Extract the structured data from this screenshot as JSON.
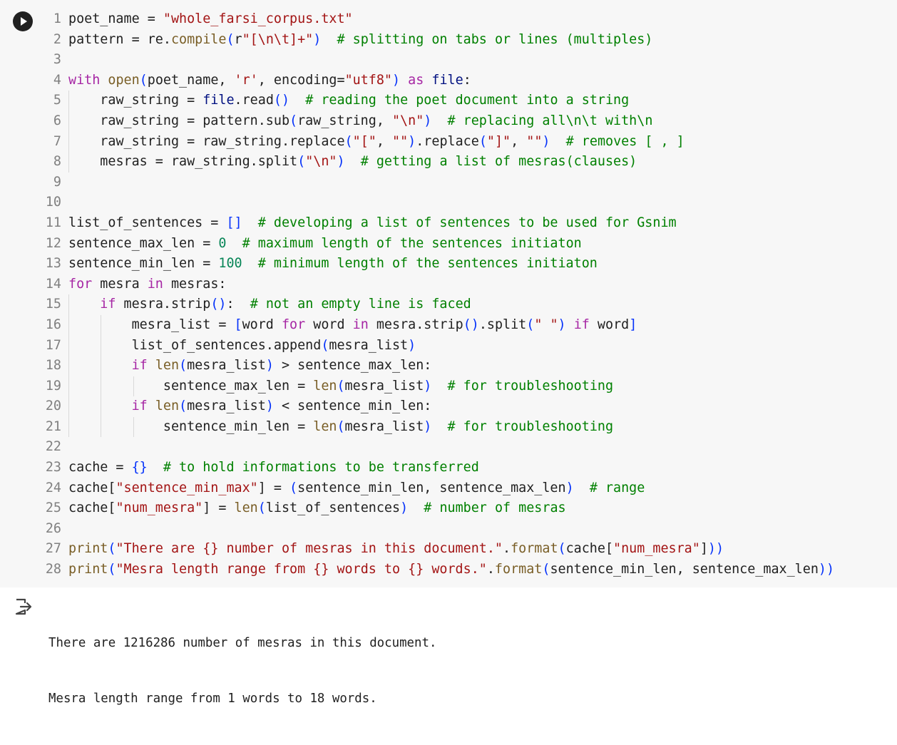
{
  "cell": {
    "run_icon": "play-icon",
    "output_icon": "output-arrow-icon",
    "lines": [
      {
        "n": "1",
        "indent": 0,
        "tokens": [
          [
            "t",
            "poet_name = "
          ],
          [
            "s",
            "\"whole_farsi_corpus.txt\""
          ]
        ]
      },
      {
        "n": "2",
        "indent": 0,
        "tokens": [
          [
            "t",
            "pattern = re."
          ],
          [
            "b",
            "compile"
          ],
          [
            "p",
            "("
          ],
          [
            "t",
            "r"
          ],
          [
            "s",
            "\"[\\n\\t]+\""
          ],
          [
            "p",
            ")"
          ],
          [
            "t",
            "  "
          ],
          [
            "c",
            "# splitting on tabs or lines (multiples)"
          ]
        ]
      },
      {
        "n": "3",
        "indent": 0,
        "tokens": []
      },
      {
        "n": "4",
        "indent": 0,
        "tokens": [
          [
            "k",
            "with"
          ],
          [
            "t",
            " "
          ],
          [
            "b",
            "open"
          ],
          [
            "p",
            "("
          ],
          [
            "t",
            "poet_name, "
          ],
          [
            "s",
            "'r'"
          ],
          [
            "t",
            ", encoding="
          ],
          [
            "s",
            "\"utf8\""
          ],
          [
            "p",
            ")"
          ],
          [
            "t",
            " "
          ],
          [
            "k",
            "as"
          ],
          [
            "t",
            " "
          ],
          [
            "v",
            "file"
          ],
          [
            "t",
            ":"
          ]
        ]
      },
      {
        "n": "5",
        "indent": 1,
        "tokens": [
          [
            "t",
            "raw_string = "
          ],
          [
            "v",
            "file"
          ],
          [
            "t",
            ".read"
          ],
          [
            "p",
            "()"
          ],
          [
            "t",
            "  "
          ],
          [
            "c",
            "# reading the poet document into a string"
          ]
        ]
      },
      {
        "n": "6",
        "indent": 1,
        "tokens": [
          [
            "t",
            "raw_string = pattern.sub"
          ],
          [
            "p",
            "("
          ],
          [
            "t",
            "raw_string, "
          ],
          [
            "s",
            "\"\\n\""
          ],
          [
            "p",
            ")"
          ],
          [
            "t",
            "  "
          ],
          [
            "c",
            "# replacing all\\n\\t with\\n"
          ]
        ]
      },
      {
        "n": "7",
        "indent": 1,
        "tokens": [
          [
            "t",
            "raw_string = raw_string.replace"
          ],
          [
            "p",
            "("
          ],
          [
            "s",
            "\"[\""
          ],
          [
            "t",
            ", "
          ],
          [
            "s",
            "\"\""
          ],
          [
            "p",
            ")"
          ],
          [
            "t",
            ".replace"
          ],
          [
            "p",
            "("
          ],
          [
            "s",
            "\"]\""
          ],
          [
            "t",
            ", "
          ],
          [
            "s",
            "\"\""
          ],
          [
            "p",
            ")"
          ],
          [
            "t",
            "  "
          ],
          [
            "c",
            "# removes [ , ]"
          ]
        ]
      },
      {
        "n": "8",
        "indent": 1,
        "tokens": [
          [
            "t",
            "mesras = raw_string.split"
          ],
          [
            "p",
            "("
          ],
          [
            "s",
            "\"\\n\""
          ],
          [
            "p",
            ")"
          ],
          [
            "t",
            "  "
          ],
          [
            "c",
            "# getting a list of mesras(clauses)"
          ]
        ]
      },
      {
        "n": "9",
        "indent": 0,
        "tokens": []
      },
      {
        "n": "10",
        "indent": 0,
        "tokens": []
      },
      {
        "n": "11",
        "indent": 0,
        "tokens": [
          [
            "t",
            "list_of_sentences = "
          ],
          [
            "p",
            "[]"
          ],
          [
            "t",
            "  "
          ],
          [
            "c",
            "# developing a list of sentences to be used for Gsnim"
          ]
        ]
      },
      {
        "n": "12",
        "indent": 0,
        "tokens": [
          [
            "t",
            "sentence_max_len = "
          ],
          [
            "n",
            "0"
          ],
          [
            "t",
            "  "
          ],
          [
            "c",
            "# maximum length of the sentences initiaton"
          ]
        ]
      },
      {
        "n": "13",
        "indent": 0,
        "tokens": [
          [
            "t",
            "sentence_min_len = "
          ],
          [
            "n",
            "100"
          ],
          [
            "t",
            "  "
          ],
          [
            "c",
            "# minimum length of the sentences initiaton"
          ]
        ]
      },
      {
        "n": "14",
        "indent": 0,
        "tokens": [
          [
            "k",
            "for"
          ],
          [
            "t",
            " mesra "
          ],
          [
            "k",
            "in"
          ],
          [
            "t",
            " mesras:"
          ]
        ]
      },
      {
        "n": "15",
        "indent": 1,
        "tokens": [
          [
            "k",
            "if"
          ],
          [
            "t",
            " mesra.strip"
          ],
          [
            "p",
            "()"
          ],
          [
            "t",
            ":  "
          ],
          [
            "c",
            "# not an empty line is faced"
          ]
        ]
      },
      {
        "n": "16",
        "indent": 2,
        "tokens": [
          [
            "t",
            "mesra_list = "
          ],
          [
            "p",
            "["
          ],
          [
            "t",
            "word "
          ],
          [
            "k",
            "for"
          ],
          [
            "t",
            " word "
          ],
          [
            "k",
            "in"
          ],
          [
            "t",
            " mesra.strip"
          ],
          [
            "p",
            "()"
          ],
          [
            "t",
            ".split"
          ],
          [
            "p",
            "("
          ],
          [
            "s",
            "\" \""
          ],
          [
            "p",
            ")"
          ],
          [
            "t",
            " "
          ],
          [
            "k",
            "if"
          ],
          [
            "t",
            " word"
          ],
          [
            "p",
            "]"
          ]
        ]
      },
      {
        "n": "17",
        "indent": 2,
        "tokens": [
          [
            "t",
            "list_of_sentences.append"
          ],
          [
            "p",
            "("
          ],
          [
            "t",
            "mesra_list"
          ],
          [
            "p",
            ")"
          ]
        ]
      },
      {
        "n": "18",
        "indent": 2,
        "tokens": [
          [
            "k",
            "if"
          ],
          [
            "t",
            " "
          ],
          [
            "b",
            "len"
          ],
          [
            "p",
            "("
          ],
          [
            "t",
            "mesra_list"
          ],
          [
            "p",
            ")"
          ],
          [
            "t",
            " > sentence_max_len:"
          ]
        ]
      },
      {
        "n": "19",
        "indent": 3,
        "tokens": [
          [
            "t",
            "sentence_max_len = "
          ],
          [
            "b",
            "len"
          ],
          [
            "p",
            "("
          ],
          [
            "t",
            "mesra_list"
          ],
          [
            "p",
            ")"
          ],
          [
            "t",
            "  "
          ],
          [
            "c",
            "# for troubleshooting"
          ]
        ]
      },
      {
        "n": "20",
        "indent": 2,
        "tokens": [
          [
            "k",
            "if"
          ],
          [
            "t",
            " "
          ],
          [
            "b",
            "len"
          ],
          [
            "p",
            "("
          ],
          [
            "t",
            "mesra_list"
          ],
          [
            "p",
            ")"
          ],
          [
            "t",
            " < sentence_min_len:"
          ]
        ]
      },
      {
        "n": "21",
        "indent": 3,
        "tokens": [
          [
            "t",
            "sentence_min_len = "
          ],
          [
            "b",
            "len"
          ],
          [
            "p",
            "("
          ],
          [
            "t",
            "mesra_list"
          ],
          [
            "p",
            ")"
          ],
          [
            "t",
            "  "
          ],
          [
            "c",
            "# for troubleshooting"
          ]
        ]
      },
      {
        "n": "22",
        "indent": 0,
        "tokens": []
      },
      {
        "n": "23",
        "indent": 0,
        "tokens": [
          [
            "t",
            "cache = "
          ],
          [
            "p",
            "{}"
          ],
          [
            "t",
            "  "
          ],
          [
            "c",
            "# to hold informations to be transferred"
          ]
        ]
      },
      {
        "n": "24",
        "indent": 0,
        "tokens": [
          [
            "t",
            "cache["
          ],
          [
            "s",
            "\"sentence_min_max\""
          ],
          [
            "t",
            "] = "
          ],
          [
            "p",
            "("
          ],
          [
            "t",
            "sentence_min_len, sentence_max_len"
          ],
          [
            "p",
            ")"
          ],
          [
            "t",
            "  "
          ],
          [
            "c",
            "# range"
          ]
        ]
      },
      {
        "n": "25",
        "indent": 0,
        "tokens": [
          [
            "t",
            "cache["
          ],
          [
            "s",
            "\"num_mesra\""
          ],
          [
            "t",
            "] = "
          ],
          [
            "b",
            "len"
          ],
          [
            "p",
            "("
          ],
          [
            "t",
            "list_of_sentences"
          ],
          [
            "p",
            ")"
          ],
          [
            "t",
            "  "
          ],
          [
            "c",
            "# number of mesras"
          ]
        ]
      },
      {
        "n": "26",
        "indent": 0,
        "tokens": []
      },
      {
        "n": "27",
        "indent": 0,
        "tokens": [
          [
            "b",
            "print"
          ],
          [
            "p",
            "("
          ],
          [
            "s",
            "\"There are {} number of mesras in this document.\""
          ],
          [
            "t",
            "."
          ],
          [
            "b",
            "format"
          ],
          [
            "p",
            "("
          ],
          [
            "t",
            "cache["
          ],
          [
            "s",
            "\"num_mesra\""
          ],
          [
            "t",
            "]"
          ],
          [
            "p",
            "))"
          ]
        ]
      },
      {
        "n": "28",
        "indent": 0,
        "tokens": [
          [
            "b",
            "print"
          ],
          [
            "p",
            "("
          ],
          [
            "s",
            "\"Mesra length range from {} words to {} words.\""
          ],
          [
            "t",
            "."
          ],
          [
            "b",
            "format"
          ],
          [
            "p",
            "("
          ],
          [
            "t",
            "sentence_min_len, sentence_max_len"
          ],
          [
            "p",
            "))"
          ]
        ]
      }
    ],
    "output_lines": [
      "There are 1216286 number of mesras in this document.",
      "Mesra length range from 1 words to 18 words."
    ]
  }
}
